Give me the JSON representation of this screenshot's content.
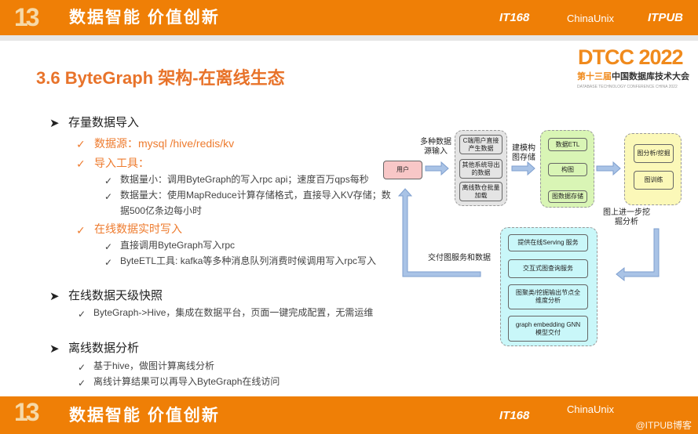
{
  "header": {
    "badge": "13",
    "slogan": "数据智能 价值创新",
    "logos": [
      "IT168",
      "ChinaUnix",
      "ITPUB"
    ]
  },
  "title": "3.6 ByteGraph 架构-在离线生态",
  "conference": {
    "name": "DTCC 2022",
    "subtitle_prefix": "第十三届",
    "subtitle": "中国数据库技术大会",
    "english": "DATABASE TECHNOLOGY CONFERENCE CHINA 2022"
  },
  "bullets": {
    "s1": "存量数据导入",
    "s1a": "数据源：mysql /hive/redis/kv",
    "s1b": "导入工具：",
    "s1b1": "数据量小：调用ByteGraph的写入rpc api；速度百万qps每秒",
    "s1b2a": "数据量大：使用MapReduce计算存储格式，直接导入KV存储；数",
    "s1b2b": "据500亿条边每小时",
    "s1c": "在线数据实时写入",
    "s1c1": "直接调用ByteGraph写入rpc",
    "s1c2": "ByteETL工具: kafka等多种消息队列消费时候调用写入rpc写入",
    "s2": "在线数据天级快照",
    "s2a": "ByteGraph->Hive，集成在数据平台，页面一键完成配置，无需运维",
    "s3": "离线数据分析",
    "s3a": "基于hive，做图计算离线分析",
    "s3b": "离线计算结果可以再导入ByteGraph在线访问"
  },
  "diagram": {
    "user": "用户",
    "label_input": "多种数据源输入",
    "sources": [
      "C端用户直接产生数据",
      "其他系统导出的数据",
      "离线数仓批量加载"
    ],
    "label_model": "建模构图存储",
    "etl": [
      "数据ETL",
      "构图",
      "图数据存储"
    ],
    "analysis": [
      "图分析/挖掘",
      "图训练"
    ],
    "label_mine": "图上进一步挖掘分析",
    "services": [
      "提供在线Serving 服务",
      "交互式图查询服务",
      "图聚类/挖掘输出节点全维度分析",
      "graph embedding GNN模型交付"
    ],
    "label_deliver": "交付图服务和数据"
  },
  "footer": {
    "watermark": "@ITPUB博客"
  }
}
